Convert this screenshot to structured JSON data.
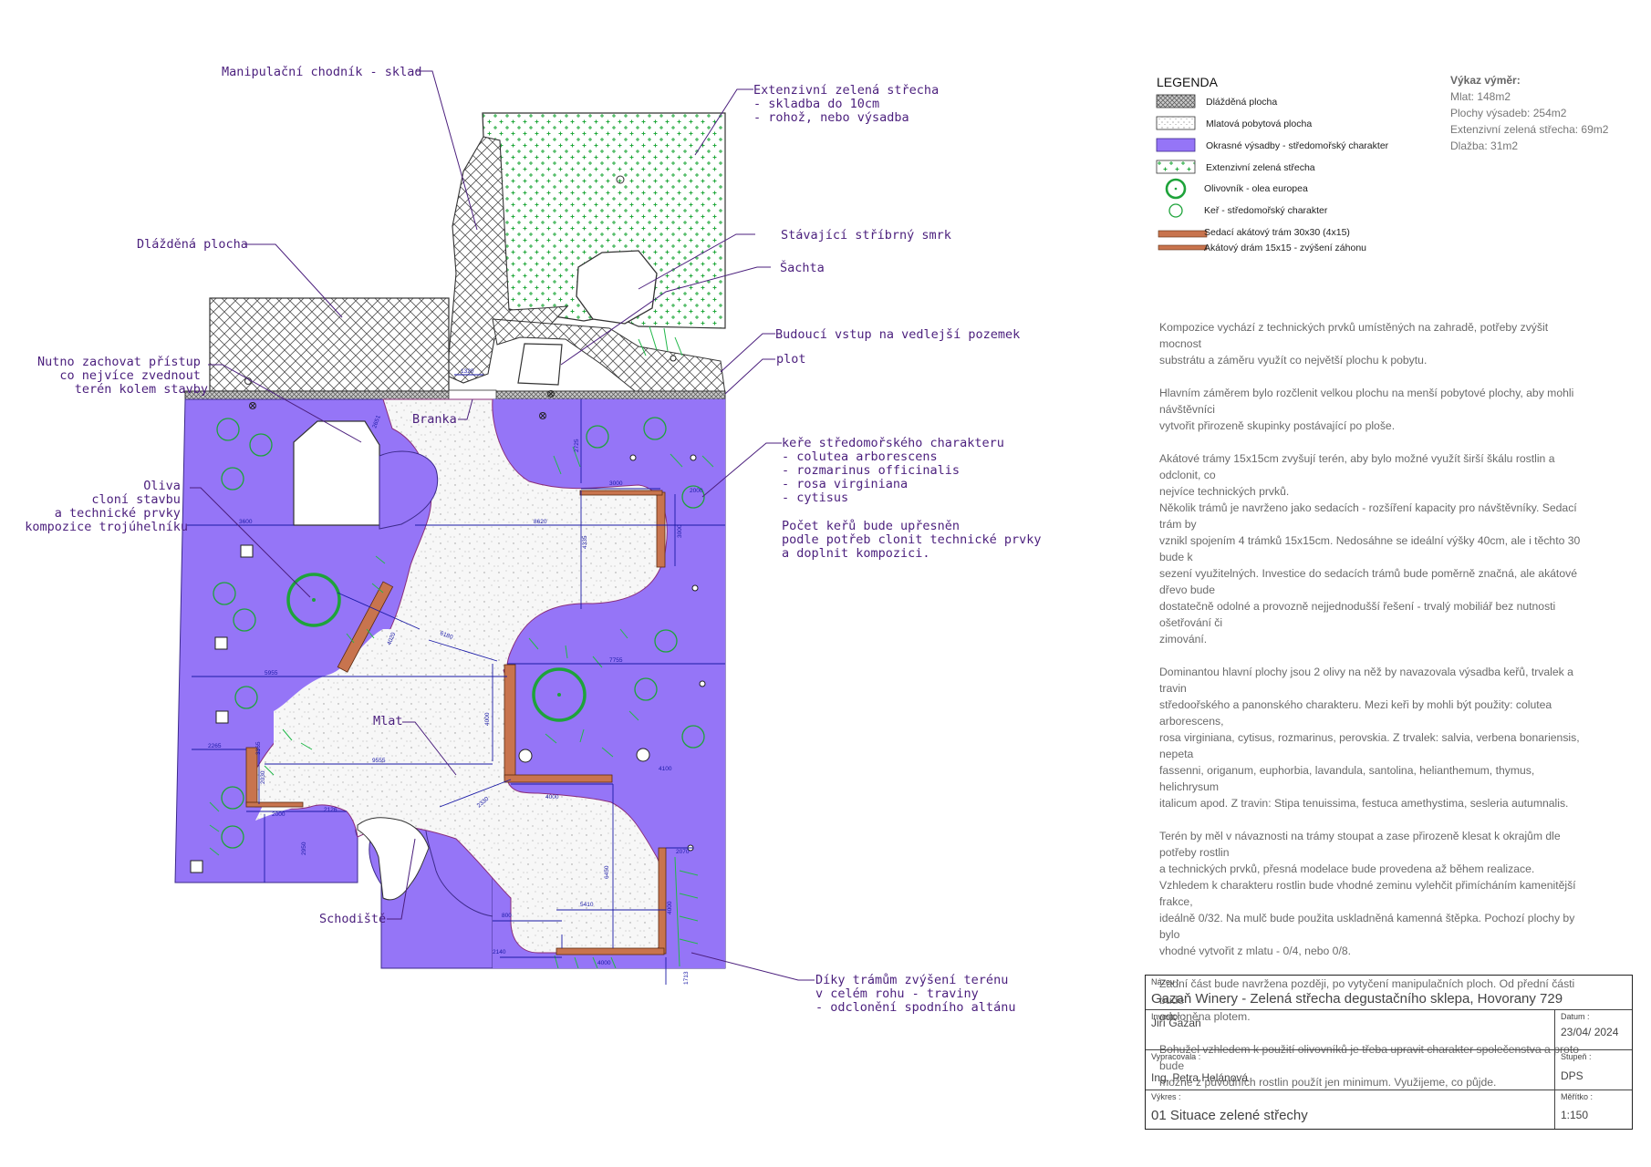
{
  "callouts": {
    "manipulacni": "Manipulační chodník - sklad",
    "extenzivni": [
      "Extenzivní zelená střecha",
      "- skladba do 10cm",
      "- rohož, nebo výsadba"
    ],
    "dlazdena": "Dlážděná plocha",
    "stavajici": "Stávající stříbrný smrk",
    "sachta": "Šachta",
    "budouci": "Budoucí vstup na vedlejší pozemek",
    "plot": "plot",
    "nutno": [
      "Nutno zachovat přístup",
      "co nejvíce zvednout",
      "terén kolem stavby"
    ],
    "branka": "Branka",
    "kere": [
      "keře středomořského charakteru",
      "- colutea arborescens",
      "- rozmarinus officinalis",
      "- rosa virginiana",
      "- cytisus"
    ],
    "pocet": [
      "Počet keřů bude upřesněn",
      "podle potřeb clonit technické prvky",
      "a doplnit kompozici."
    ],
    "oliva": [
      "Oliva",
      "cloní stavbu",
      "a technické prvky",
      "kompozice trojúhelníku"
    ],
    "mlat": "Mlat",
    "schodiste": "Schodiště",
    "diky": [
      "Díky trámům zvýšení terénu",
      "v celém rohu - traviny",
      "- odclonění spodního altánu"
    ]
  },
  "dimensions": [
    "1320",
    "2651",
    "3600",
    "8620",
    "2725",
    "3000",
    "4335",
    "3000",
    "2000",
    "4020",
    "6180",
    "7755",
    "5955",
    "4000",
    "3365",
    "2265",
    "2030",
    "9555",
    "4100",
    "2000",
    "2126",
    "2950",
    "4000",
    "2330",
    "6450",
    "2070",
    "4000",
    "800",
    "5410",
    "2140",
    "4000",
    "1713"
  ],
  "legend": {
    "title": "LEGENDA",
    "items": [
      {
        "label": "Dlážděná plocha",
        "symbol": "crosshatch"
      },
      {
        "label": "Mlatová pobytová plocha",
        "symbol": "dots"
      },
      {
        "label": "Okrasné výsadby - středomořský charakter",
        "symbol": "purple-fill",
        "color": "#9575f7"
      },
      {
        "label": "Extenzivní zelená střecha",
        "symbol": "green-plus",
        "color": "#1ea33a"
      },
      {
        "label": "Olivovník - olea europea",
        "symbol": "large-green-circle",
        "color": "#1ea33a"
      },
      {
        "label": "Keř - středomořský charakter",
        "symbol": "small-green-circle",
        "color": "#1ea33a"
      },
      {
        "label": "Sedací akátový trám 30x30 (4x15)",
        "symbol": "brown-bar",
        "color": "#c8744e"
      },
      {
        "label": "Akátový drám 15x15 - zvýšení záhonu",
        "symbol": "brown-bar-thin",
        "color": "#c8744e"
      }
    ]
  },
  "vykaz": {
    "title": "Výkaz výměr:",
    "lines": [
      "Mlat:  148m2",
      "Plochy výsadeb: 254m2",
      "Extenzivní zelená střecha:   69m2",
      "Dlažba: 31m2"
    ]
  },
  "description": [
    [
      "Kompozice vychází z technických prvků umístěných na zahradě, potřeby zvýšit mocnost",
      "substrátu a záměru využít co největší plochu k pobytu."
    ],
    [
      "Hlavním záměrem bylo rozčlenit velkou plochu na menší pobytové plochy, aby mohli návštěvníci",
      "vytvořit přirozeně skupinky postávající po ploše."
    ],
    [
      "Akátové trámy 15x15cm zvyšují terén, aby bylo možné využít širší škálu rostlin a odclonit, co",
      "nejvíce technických prvků."
    ],
    [
      "Několik trámů je navrženo jako sedacích - rozšíření kapacity pro návštěvníky. Sedací trám by",
      "vznikl spojením 4 trámků 15x15cm. Nedosáhne se ideální výšky 40cm, ale i těchto 30 bude k",
      "sezení využitelných. Investice do sedacích trámů bude poměrně značná, ale akátové dřevo bude",
      "dostatečně odolné a provozně nejjednodušší řešení - trvalý mobiliář bez nutnosti ošetřování či",
      "zimování."
    ],
    [
      "Dominantou hlavní plochy jsou 2 olivy na něž by navazovala výsadba keřů, trvalek a travin",
      "středoořského a panonského charakteru. Mezi keři by mohli být použity: colutea arborescens,",
      "rosa virginiana, cytisus, rozmarinus, perovskia. Z trvalek: salvia, verbena bonariensis, nepeta",
      "fassenni, origanum, euphorbia, lavandula, santolina, helianthemum, thymus, helichrysum",
      "italicum apod. Z travin: Stipa tenuissima, festuca amethystima, sesleria autumnalis."
    ],
    [
      "Terén by měl v návaznosti na trámy stoupat a zase přirozeně klesat k okrajům dle potřeby rostlin",
      "a technických prvků, přesná modelace bude provedena až během realizace."
    ],
    [
      "Vzhledem k charakteru rostlin bude vhodné zeminu vylehčit přimícháním kamenitější frakce,",
      "ideálně 0/32. Na mulč bude použita uskladněná kamenná štěpka. Pochozí plochy by bylo",
      "vhodné vytvořit z mlatu - 0/4, nebo 0/8."
    ],
    [
      "Zadní část bude navržena později, po vytyčení manipulačních ploch. Od přední části bude",
      "odcloněna plotem."
    ],
    [
      "Bohužel vzhledem k použití olivovníků je třeba upravit charakter společenstva a proto bude",
      "možné z původních rostlin použít jen minimum. Využijeme, co půjde."
    ]
  ],
  "title_block": {
    "nazev_label": "Název :",
    "nazev": "Gazaň Winery - Zelená střecha degustačního sklepa, Hovorany 729",
    "investor_label": "Investor :",
    "investor": "Jiří Gazaň",
    "datum_label": "Datum :",
    "datum": "23/04/ 2024",
    "vypracovala_label": "Vypracovala :",
    "vypracovala": "Ing. Petra Helánová",
    "stupen_label": "Stupeň :",
    "stupen": "DPS",
    "vykres_label": "Výkres :",
    "vykres": "01 Situace zelené střechy",
    "meritko_label": "Měřítko :",
    "meritko": "1:150"
  }
}
